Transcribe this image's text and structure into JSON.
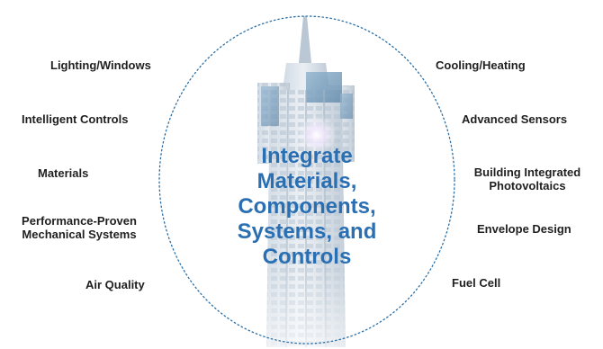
{
  "diagram": {
    "center_lines": [
      "Integrate",
      "Materials,",
      "Components,",
      "Systems, and",
      "Controls"
    ],
    "left_labels": {
      "lighting": "Lighting/Windows",
      "controls": "Intelligent Controls",
      "materials": "Materials",
      "mechanical_line1": "Performance-Proven",
      "mechanical_line2": "Mechanical Systems",
      "air_quality": "Air Quality"
    },
    "right_labels": {
      "cooling": "Cooling/Heating",
      "sensors": "Advanced Sensors",
      "bipv_line1": "Building Integrated",
      "bipv_line2": "Photovoltaics",
      "envelope": "Envelope Design",
      "fuel_cell": "Fuel Cell"
    },
    "colors": {
      "center_text": "#2b6fb3",
      "ellipse_dots": "#2c6fa6",
      "label_text": "#1f1f1f"
    }
  }
}
